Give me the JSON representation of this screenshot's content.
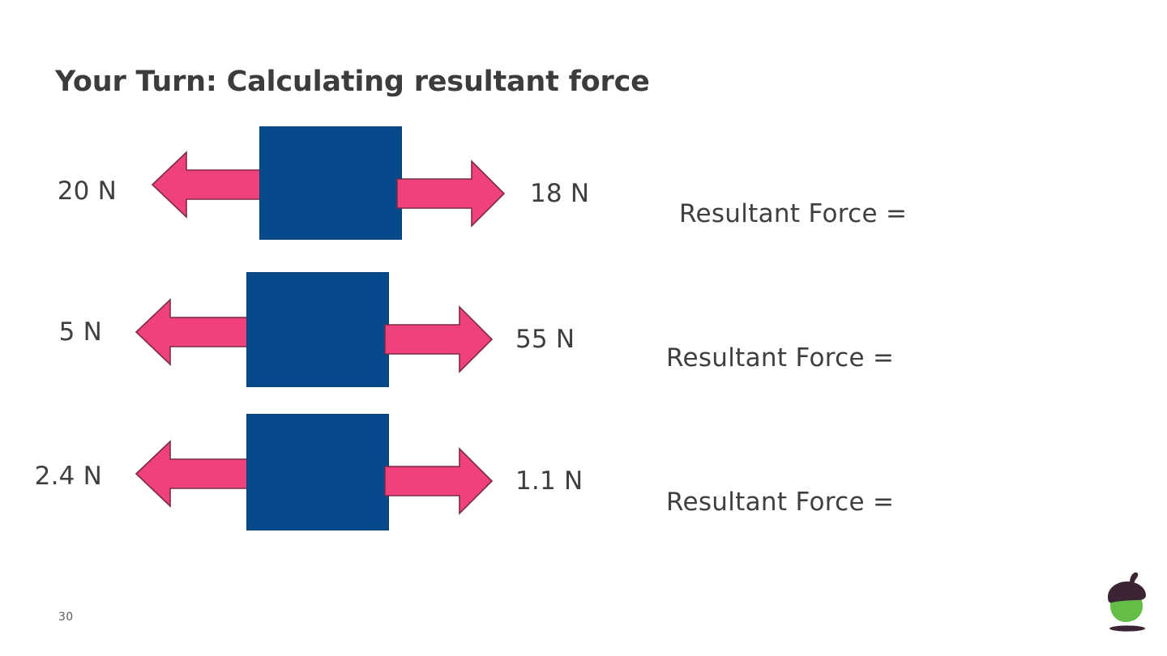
{
  "slide": {
    "title": "Your Turn: Calculating resultant force",
    "page_number": "30",
    "background_color": "#ffffff"
  },
  "theme": {
    "block_color": "#064a8c",
    "arrow_color": "#ef417c",
    "arrow_outline_color": "#7a2b4a",
    "text_color": "#3f3f3f",
    "title_color": "#3c3c3c",
    "logo_cap_color": "#3b2434",
    "logo_body_color": "#63bd47",
    "logo_bar_color": "#3b2434"
  },
  "force_diagrams": [
    {
      "id": "row-1",
      "left_force": "20 N",
      "right_force": "18 N",
      "left_arrow_direction": "left",
      "right_arrow_direction": "right",
      "resultant_prompt": "Resultant Force ="
    },
    {
      "id": "row-2",
      "left_force": "5 N",
      "right_force": "55 N",
      "left_arrow_direction": "left",
      "right_arrow_direction": "right",
      "resultant_prompt": "Resultant Force ="
    },
    {
      "id": "row-3",
      "left_force": "2.4 N",
      "right_force": "1.1 N",
      "left_arrow_direction": "left",
      "right_arrow_direction": "right",
      "resultant_prompt": "Resultant Force ="
    }
  ],
  "logo": {
    "name": "acorn-logo"
  }
}
